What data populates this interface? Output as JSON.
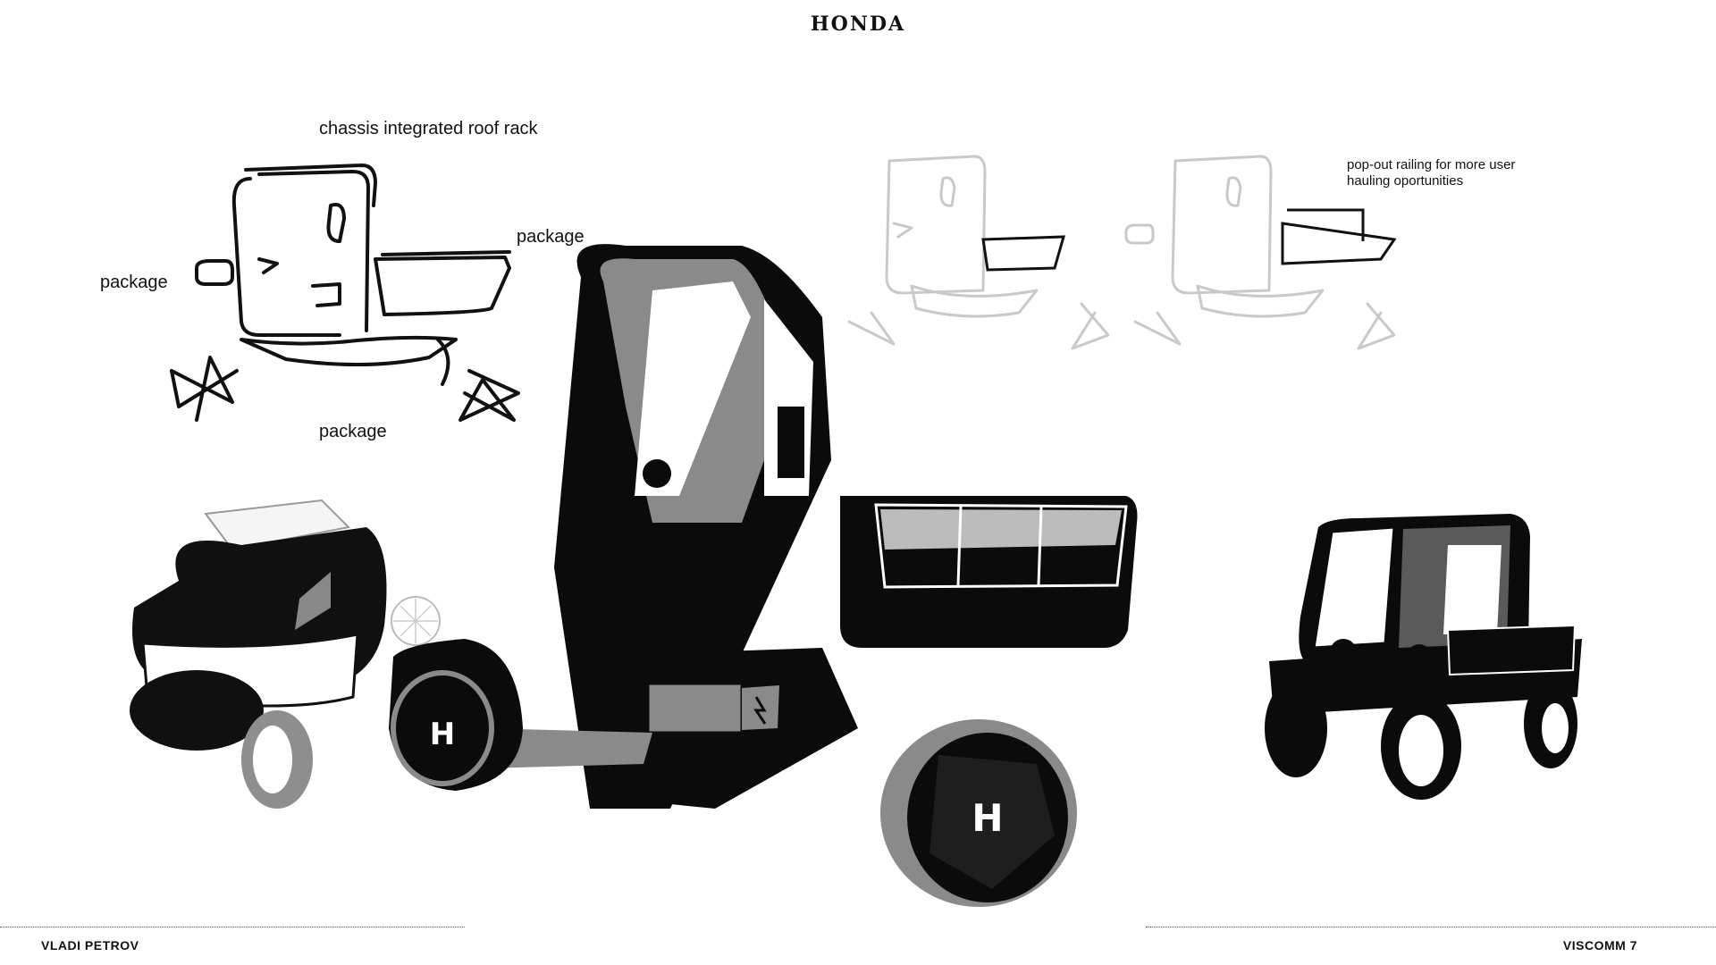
{
  "header": {
    "brand": "HONDA"
  },
  "annotations": {
    "roof_rack": "chassis integrated roof rack",
    "package_left": "package",
    "package_right": "package",
    "package_bottom": "package",
    "railing": "pop-out railing for more user hauling oportunities"
  },
  "footer": {
    "author": "VLADI PETROV",
    "course": "VISCOMM 7"
  },
  "colors": {
    "ink": "#111111",
    "mid_grey": "#7a7a7a",
    "faded": "#cfcfcf",
    "paper": "#ffffff"
  }
}
